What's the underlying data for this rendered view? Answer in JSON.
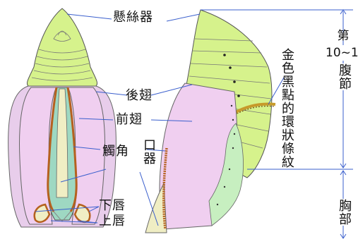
{
  "colors": {
    "abdomen_green": "#d6f28c",
    "wing_pink": "#f0cff0",
    "leader_blue": "#3a5fcd",
    "gold_spots": "#c79a2a",
    "brown_edge": "#b5611f",
    "ventral_teal": "#9ed8c2",
    "mouthpart_yellow": "#f0eec4"
  },
  "labels": {
    "cremaster": "懸絲器",
    "hindwing": "後翅",
    "forewing": "前翅",
    "antenna": "觸角",
    "mouthpart": "口器",
    "lower_lip": "下唇",
    "upper_lip": "上唇",
    "gold_spots": "金色黑點的環狀條紋",
    "segments_top": "第",
    "segments_range": "10~1",
    "segments_bottom": "腹節",
    "thorax": "胸部"
  }
}
